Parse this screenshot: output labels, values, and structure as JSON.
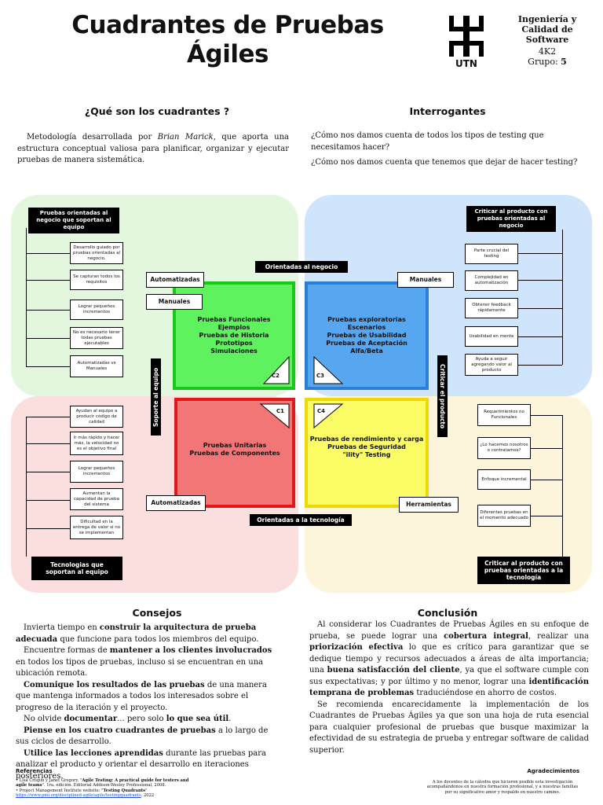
{
  "header": {
    "title_line1": "Cuadrantes de Pruebas",
    "title_line2": "Ágiles",
    "logo_text": "UTN",
    "org_line1": "Ingeniería y",
    "org_line2": "Calidad de",
    "org_line3": "Software",
    "course": "4K2",
    "group_label": "Grupo:",
    "group_number": "5"
  },
  "intro": {
    "heading": "¿Qué son los cuadrantes ?",
    "text_before": "Metodología desarrollada por ",
    "author": "Brian Marick",
    "text_after": ", que aporta una estructura conceptual valiosa para planificar, organizar y ejecutar pruebas de manera sistemática."
  },
  "questions": {
    "heading": "Interrogantes",
    "q1": "¿Cómo nos damos cuenta de todos los tipos de testing que necesitamos hacer?",
    "q2": "¿Cómo nos damos cuenta que tenemos que dejar de hacer testing?"
  },
  "diagram": {
    "top_left_title": "Pruebas orientadas al negocio que soportan al equipo",
    "top_right_title": "Criticar al producto con pruebas orientadas al negocio",
    "bottom_left_title": "Tecnologias que soportan al equipo",
    "bottom_right_title": "Criticar al producto con pruebas orientadas a la tecnología",
    "top_axis": "Orientadas al negocio",
    "bottom_axis": "Orientadas a la tecnología",
    "left_axis": "Soporte al equipo",
    "right_axis": "Criticar el producto",
    "tag_auto_top": "Automatizadas",
    "tag_manual_left": "Manuales",
    "tag_manual_right": "Manuales",
    "tag_auto_bottom": "Automatizadas",
    "tag_tools": "Herramientas",
    "q2_lines": [
      "Pruebas Funcionales",
      "Ejemplos",
      "Pruebas de Historia",
      "Prototipos",
      "Simulaciones"
    ],
    "q3_lines": [
      "Pruebas exploratorias",
      "Escenarios",
      "Pruebas de Usabilidad",
      "Pruebas de Aceptación",
      "Alfa/Beta"
    ],
    "q1_lines": [
      "Pruebas Unitarias",
      "Pruebas de Componentes"
    ],
    "q4_lines": [
      "Pruebas de rendimiento y carga",
      "Pruebas de Seguridad",
      "\"ility\" Testing"
    ],
    "c1": "C1",
    "c2": "C2",
    "c3": "C3",
    "c4": "C4",
    "tl_items": [
      "Desarrollo guiado por pruebas orientadas al negocio.",
      "Se capturan todos los requisitos",
      "Lograr pequeños incrementos",
      "No es necesario tener todas pruebas ejecutables",
      "Automatizadas vs Manuales"
    ],
    "tr_items": [
      "Parte crucial del testing",
      "Complejidad en automatización",
      "Obtener feedback rápidamente",
      "Usabilidad en mente",
      "Ayuda a seguir agregando valor al producto"
    ],
    "bl_items": [
      "Ayudan al equipo a producir código de calidad",
      "Ir más rápido y hacer más, la velocidad no es el objetivo final",
      "Lograr pequeños incrementos",
      "Aumentan la capacidad de prueba del sistema",
      "Dificultad en la entrega de valor si no se implementan"
    ],
    "br_items": [
      "Requerimientos no Funcionales",
      "¿Lo hacemos nosotros o contratamos?",
      "Enfoque incremental",
      "Diferentes pruebas en el momento adecuado"
    ]
  },
  "tips": {
    "heading": "Consejos",
    "p1_a": "Invierta tiempo en ",
    "p1_b": "construir la arquitectura de prueba adecuada",
    "p1_c": " que funcione para todos los miembros del equipo.",
    "p2_a": "Encuentre formas de ",
    "p2_b": "mantener a los clientes involucrados",
    "p2_c": " en todos los tipos de pruebas, incluso si se encuentran en una ubicación remota.",
    "p3_a": "Comunique los resultados de las pruebas",
    "p3_b": " de una manera que mantenga informados a todos los interesados sobre el progreso de la iteración y el proyecto.",
    "p4_a": "No olvide ",
    "p4_b": "documentar",
    "p4_c": "... pero solo ",
    "p4_d": "lo que sea útil",
    "p4_e": ".",
    "p5_a": "Piense en los cuatro cuadrantes de pruebas",
    "p5_b": " a lo largo de sus ciclos de desarrollo.",
    "p6_a": "Utilice las lecciones aprendidas",
    "p6_b": " durante las pruebas para analizar el producto y orientar el desarrollo en iteraciones posteriores."
  },
  "conclusion": {
    "heading": "Conclusión",
    "t1": "Al considerar los Cuadrantes de Pruebas Ágiles en su enfoque de prueba, se puede lograr una ",
    "b1": "cobertura integral",
    "t2": ", realizar una ",
    "b2": "priorización efectiva",
    "t3": " lo que es crítico para garantizar que se dedique tiempo y recursos adecuados a áreas de alta importancia; una ",
    "b3": "buena satisfacción del cliente",
    "t4": ", ya que el software cumple con sus expectativas; y por último y no menor, lograr una ",
    "b4": "identificación temprana de problemas",
    "t5": " traduciéndose en ahorro de costos.",
    "p2": "Se recomienda encarecidamente la implementación de los Cuadrantes de Pruebas Ágiles ya que son una hoja de ruta esencial para cualquier profesional de pruebas que busque maximizar la efectividad de su estrategia de prueba y entregar software de calidad superior."
  },
  "references": {
    "heading": "Referencias",
    "r1_a": "Lisa Crispin y Janet Gregory. \"",
    "r1_b": "Agile Testing: A practical guide for testers and agile teams",
    "r1_c": "\". 1ra. edición. Editorial Addison-Wesley Professional, 2008.",
    "r2_a": "Project Management Institute website: \"",
    "r2_b": "Testing Quadrants",
    "r2_c": "\"",
    "r2_url": "https://www.pmi.org/disciplined-agile/agile/testingquadrants",
    "r2_year": ". 2022"
  },
  "thanks": {
    "heading": "Agradecimientos",
    "text": "A los docentes de la cátedra que hicieron posible esta investigación acompañándonos en nuestra formación profesional, y a nuestras familias por su significativo amor y respaldo en nuestro camino."
  }
}
